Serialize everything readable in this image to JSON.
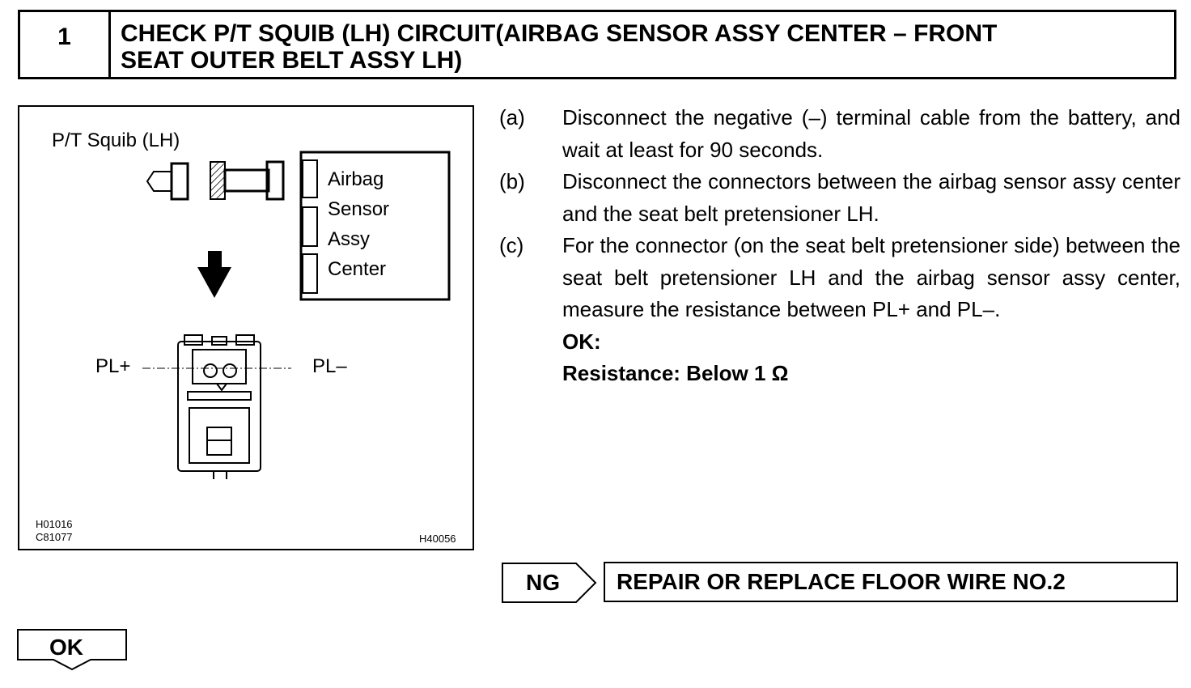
{
  "header": {
    "step_number": "1",
    "title_line1": "CHECK P/T SQUIB (LH) CIRCUIT(AIRBAG SENSOR ASSY CENTER – FRONT",
    "title_line2": "SEAT OUTER BELT ASSY LH)"
  },
  "figure": {
    "squib_label": "P/T Squib (LH)",
    "ecu_label": [
      "Airbag",
      "Sensor",
      "Assy",
      "Center"
    ],
    "pl_plus": "PL+",
    "pl_minus": "PL–",
    "codes": [
      "H01016",
      "C81077"
    ],
    "figure_id": "H40056"
  },
  "steps": [
    {
      "key": "(a)",
      "text": "Disconnect the negative (–) terminal cable from the battery, and wait at least for 90 seconds."
    },
    {
      "key": "(b)",
      "text": "Disconnect the connectors between the airbag sensor assy center and the seat belt pretensioner LH."
    },
    {
      "key": "(c)",
      "text": "For the connector (on the seat belt pretensioner side) between the seat belt pretensioner LH and the airbag sensor assy center, measure the resistance between PL+ and PL–."
    }
  ],
  "result": {
    "ok_label": "OK:",
    "spec": "Resistance: Below 1 Ω"
  },
  "ng": {
    "label": "NG",
    "action": "REPAIR OR REPLACE FLOOR WIRE NO.2"
  },
  "ok_flow": {
    "label": "OK"
  }
}
